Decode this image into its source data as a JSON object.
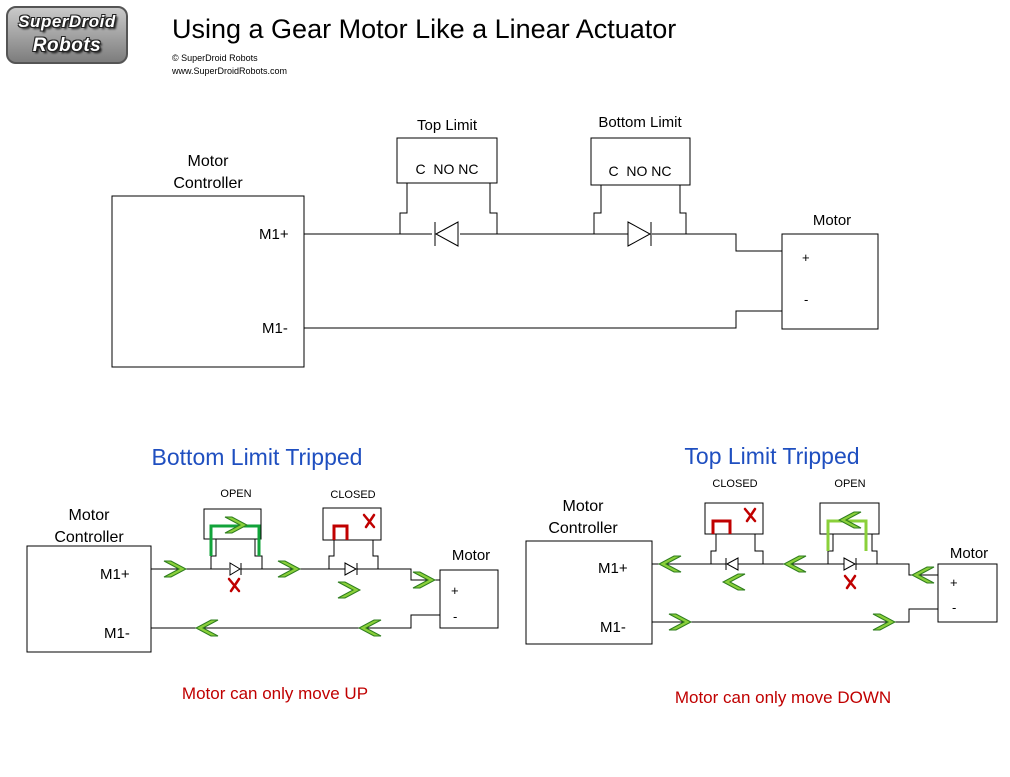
{
  "logo": {
    "line1": "SuperDroid",
    "line2": "Robots"
  },
  "header": {
    "title": "Using a Gear Motor Like a Linear Actuator",
    "copyright": "© SuperDroid Robots",
    "website": "www.SuperDroidRobots.com"
  },
  "main_diagram": {
    "controller_label_1": "Motor",
    "controller_label_2": "Controller",
    "m1_plus": "M1+",
    "m1_minus": "M1-",
    "top_limit_title": "Top Limit",
    "top_limit_pins": "C  NO NC",
    "bottom_limit_title": "Bottom Limit",
    "bottom_limit_pins": "C  NO NC",
    "motor_title": "Motor",
    "motor_plus": "+",
    "motor_minus": "-"
  },
  "bottom_left": {
    "title": "Bottom Limit Tripped",
    "switch1_state": "OPEN",
    "switch2_state": "CLOSED",
    "controller_label_1": "Motor",
    "controller_label_2": "Controller",
    "m1_plus": "M1+",
    "m1_minus": "M1-",
    "motor_title": "Motor",
    "motor_plus": "+",
    "motor_minus": "-",
    "result": "Motor can only move UP"
  },
  "bottom_right": {
    "title": "Top Limit Tripped",
    "switch1_state": "CLOSED",
    "switch2_state": "OPEN",
    "controller_label_1": "Motor",
    "controller_label_2": "Controller",
    "m1_plus": "M1+",
    "m1_minus": "M1-",
    "motor_title": "Motor",
    "motor_plus": "+",
    "motor_minus": "-",
    "result": "Motor can only move DOWN"
  },
  "colors": {
    "line": "#000000",
    "heading_blue": "#1f4fc0",
    "result_red": "#c00000",
    "arrow_green": "#8ad03a",
    "arrow_green_dark": "#2e7d1e",
    "closed_red": "#c00000",
    "open_green": "#12a33a",
    "open_light_green": "#8ad03a"
  }
}
